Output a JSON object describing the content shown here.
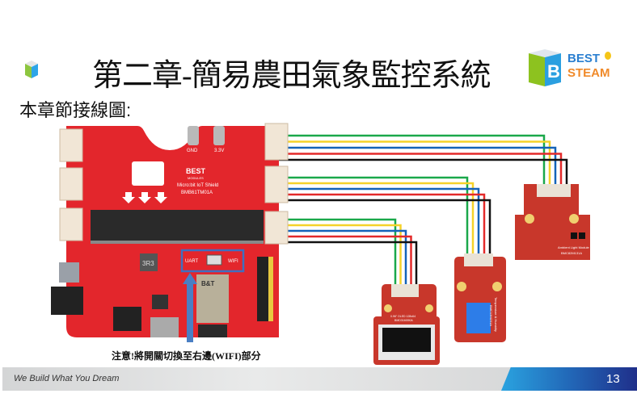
{
  "slide": {
    "title": "第二章-簡易農田氣象監控系統",
    "subtitle": "本章節接線圖:",
    "note": "注意!將開關切換至右邊(WIFI)部分",
    "logo_text": [
      "BEST",
      "STEAM"
    ],
    "footer_tagline": "We Build What You Dream",
    "page_number": "13"
  },
  "board": {
    "brand": "BEST",
    "brand_sub": "MODULES",
    "name": "Micro:bit IoT Shield",
    "model": "BMB61TM01A",
    "pin_gnd": "GND",
    "pin_3v3": "3.3V",
    "switch_left": "UART",
    "switch_right": "WIFI",
    "inductor": "3R3",
    "wifi_chip": "B&T"
  },
  "modules": {
    "light": {
      "name": "Ambient Light Module",
      "model": "BMC82M131A"
    },
    "temp": {
      "name": "Temperature & Humidity",
      "model": "BMC13M231A"
    },
    "oled": {
      "name": "0.96\" OLED 128x64",
      "model": "BMD31M090A"
    }
  },
  "colors": {
    "board_red": "#e3262c",
    "module_red": "#c8372b",
    "wire_green": "#1aa84a",
    "wire_yellow": "#f5d22a",
    "wire_blue": "#1463b8",
    "wire_red": "#e32a2a",
    "wire_black": "#111111",
    "arrow_blue": "#4a7fc4"
  }
}
